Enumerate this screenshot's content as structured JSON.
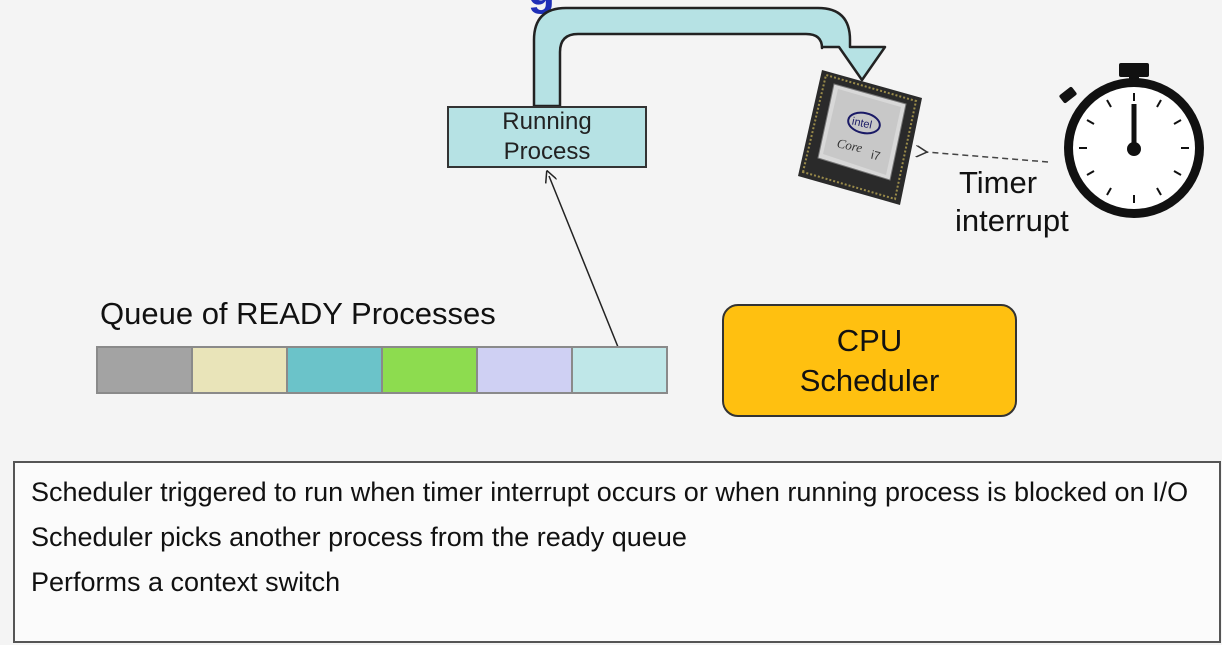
{
  "title_fragment": "g",
  "running_process": {
    "line1": "Running",
    "line2": "Process"
  },
  "queue": {
    "label": "Queue of READY Processes",
    "cells": [
      {
        "color": "#a3a3a3"
      },
      {
        "color": "#e9e4b9"
      },
      {
        "color": "#6bc3c9"
      },
      {
        "color": "#8ddc4f"
      },
      {
        "color": "#cfd0f3"
      },
      {
        "color": "#bfe7e8"
      }
    ]
  },
  "cpu_scheduler": {
    "line1": "CPU",
    "line2": "Scheduler"
  },
  "cpu_chip": {
    "brand": "intel",
    "model_prefix": "Core",
    "model_suffix": "i7"
  },
  "timer": {
    "line1": "Timer",
    "line2": "interrupt",
    "icon": "stopwatch-icon"
  },
  "notes": [
    "Scheduler triggered to run when timer interrupt occurs or when running process is blocked on I/O",
    "Scheduler picks another process from the ready queue",
    "Performs a context switch"
  ],
  "colors": {
    "running_box": "#b6e2e4",
    "scheduler_box": "#ffc010",
    "title": "#1f2fb6"
  }
}
